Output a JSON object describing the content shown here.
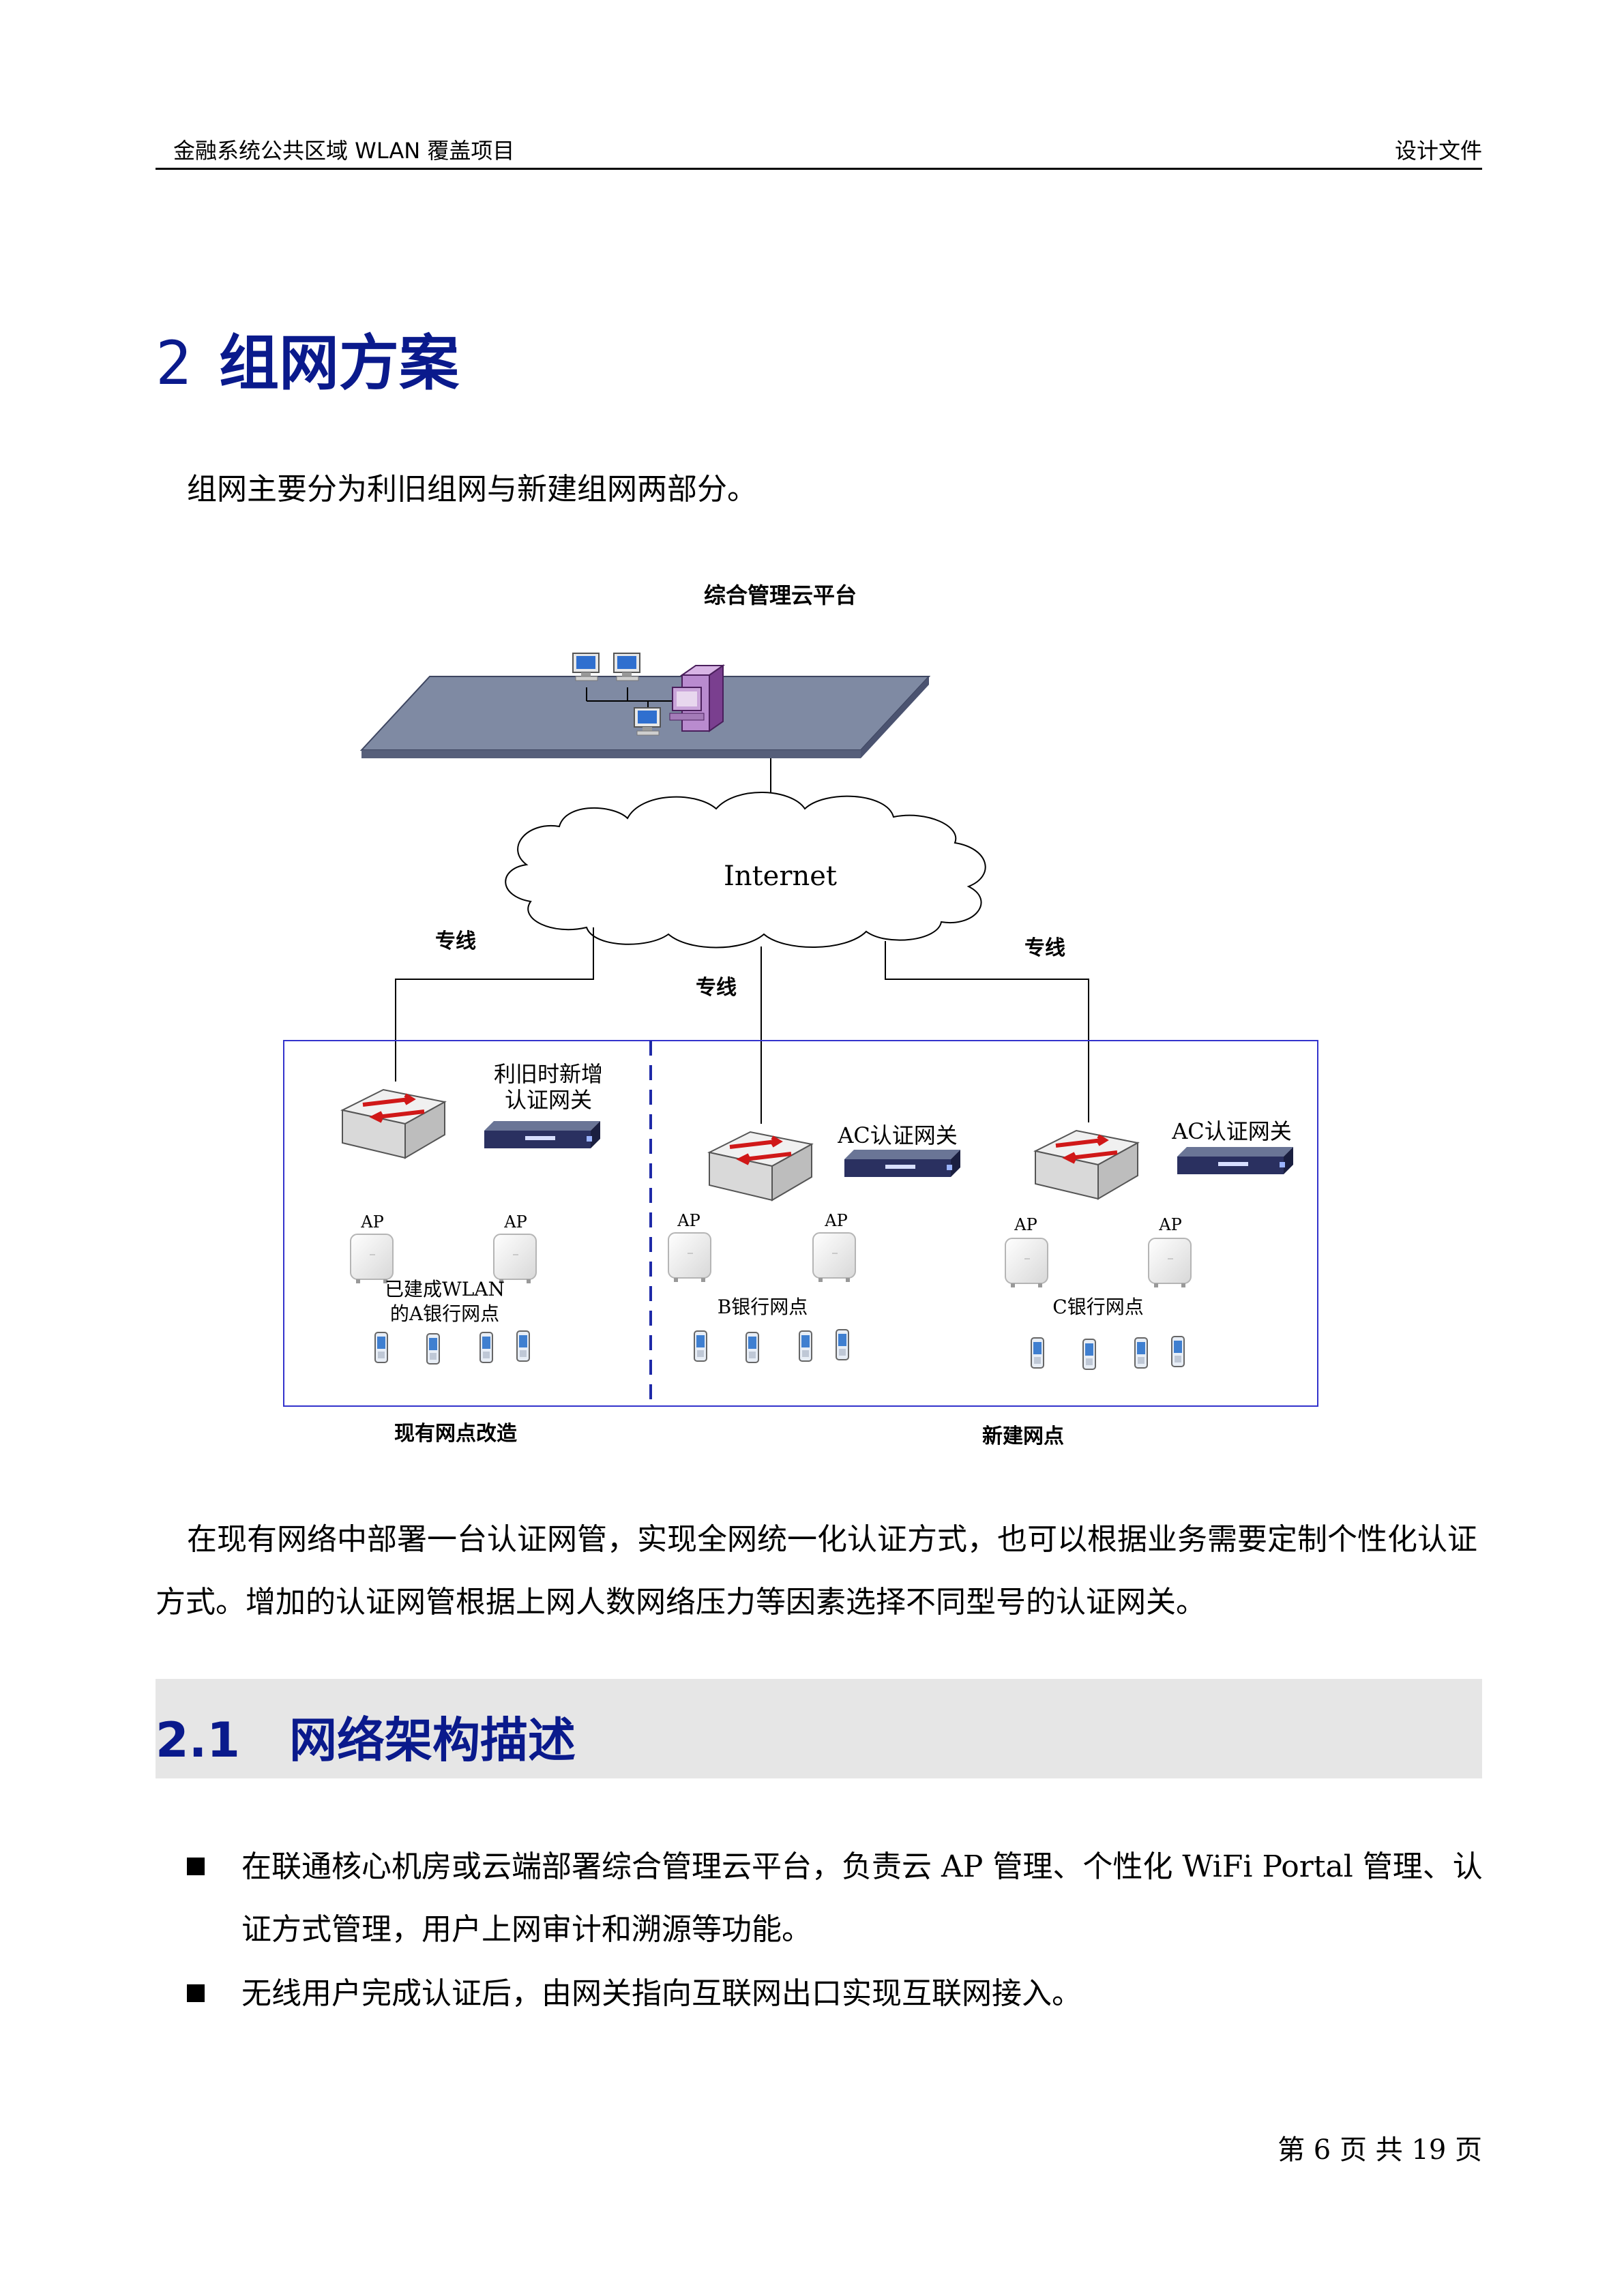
{
  "header": {
    "left": "金融系统公共区域 WLAN 覆盖项目",
    "right": "设计文件"
  },
  "section": {
    "number": "2",
    "title": "组网方案",
    "intro": "组网主要分为利旧组网与新建组网两部分。",
    "desc": "在现有网络中部署一台认证网管，实现全网统一化认证方式，也可以根据业务需要定制个性化认证方式。增加的认证网管根据上网人数网络压力等因素选择不同型号的认证网关。"
  },
  "diagram": {
    "platform_label": "综合管理云平台",
    "internet_label": "Internet",
    "line_left": "专线",
    "line_mid": "专线",
    "line_right": "专线",
    "gateway_old": [
      "利旧时新增",
      "认证网关"
    ],
    "gateway_b": "AC认证网关",
    "gateway_c": "AC认证网关",
    "ap": "AP",
    "site_a": [
      "已建成WLAN",
      "的A银行网点"
    ],
    "site_b": "B银行网点",
    "site_c": "C银行网点",
    "zone_left": "现有网点改造",
    "zone_right": "新建网点",
    "colors": {
      "switch_arrow": "#d01818",
      "frame": "#3333cc",
      "platform": "#7f8aa3",
      "server": "#7a3f8f"
    }
  },
  "subsection": {
    "number": "2.1",
    "title": "网络架构描述",
    "bullets": [
      "在联通核心机房或云端部署综合管理云平台，负责云 AP 管理、个性化 WiFi Portal 管理、认证方式管理，用户上网审计和溯源等功能。",
      "无线用户完成认证后，由网关指向互联网出口实现互联网接入。"
    ]
  },
  "footer": {
    "page": "第 6 页 共 19 页"
  }
}
